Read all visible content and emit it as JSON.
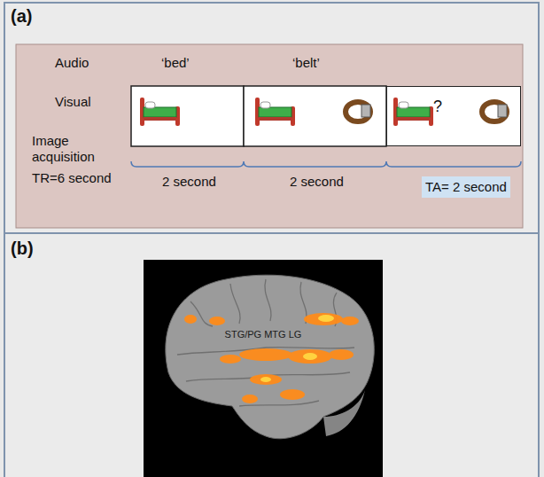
{
  "diagram": {
    "nodes": [
      {
        "text": [
          "(a)"
        ]
      },
      {
        "text": [
          "?"
        ],
        "in": 0
      },
      {
        "text": [
          "TA= 2 second"
        ],
        "in": 0
      },
      {
        "text": [
          "(b)"
        ]
      },
      {
        "text": [
          "STG/PG MTG LG"
        ],
        "in": 3
      }
    ],
    "labels": [
      "Audio",
      "‘bed’",
      "‘belt’",
      "Visual",
      "Image acquisition",
      "TR=6 second",
      "2 second",
      "2 second"
    ]
  }
}
